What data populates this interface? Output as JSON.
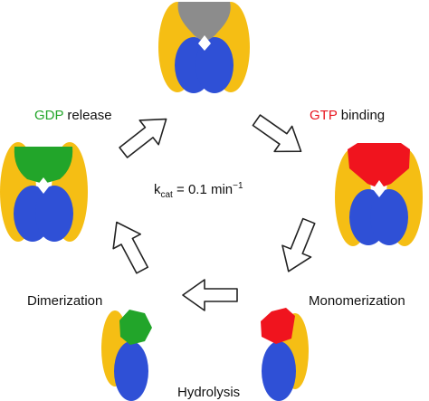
{
  "labels": {
    "gdp": {
      "highlight": "GDP",
      "rest": " release"
    },
    "gtp": {
      "highlight": "GTP",
      "rest": " binding"
    },
    "dimerization": "Dimerization",
    "monomerization": "Monomerization",
    "hydrolysis": "Hydrolysis"
  },
  "rate_constant": {
    "symbol": "k",
    "subscript": "cat",
    "equals": " = 0.1 min",
    "superscript": "−1"
  },
  "colors": {
    "subunit_yellow": "#F5BE14",
    "subunit_blue": "#2F50D6",
    "nucleotide_empty": "#8C8C8C",
    "nucleotide_gdp": "#22A52A",
    "nucleotide_gtp": "#F0141E",
    "gdp_text": "#22A52A",
    "gtp_text": "#E8141E",
    "arrow_fill": "#ffffff",
    "arrow_stroke": "#222222"
  }
}
